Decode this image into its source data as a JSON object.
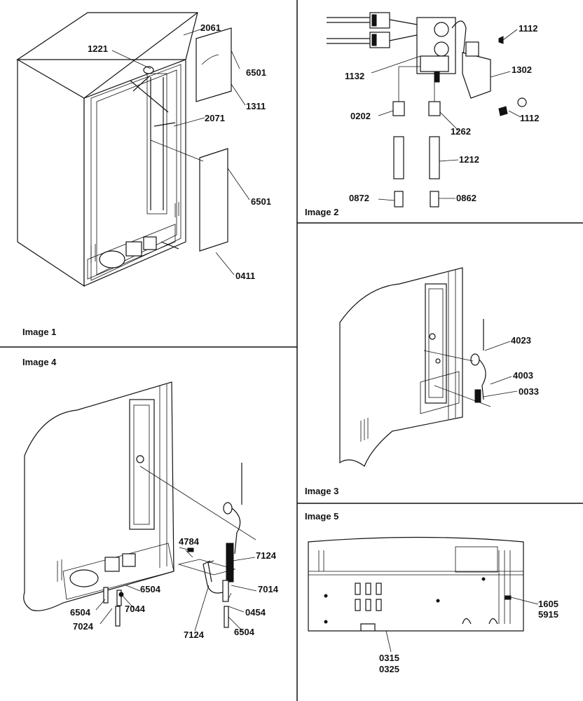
{
  "panels": {
    "image1": {
      "title": "Image 1",
      "callouts": [
        "2061",
        "1221",
        "6501",
        "1311",
        "2071",
        "6501",
        "0411"
      ]
    },
    "image2": {
      "title": "Image 2",
      "callouts": [
        "1112",
        "1132",
        "1302",
        "0202",
        "1262",
        "1112",
        "1212",
        "0872",
        "0862"
      ]
    },
    "image3": {
      "title": "Image 3",
      "callouts": [
        "4023",
        "4003",
        "0033"
      ]
    },
    "image4": {
      "title": "Image 4",
      "callouts": [
        "4784",
        "7124",
        "6504",
        "7014",
        "6504",
        "7044",
        "7024",
        "0454",
        "7124",
        "6504"
      ]
    },
    "image5": {
      "title": "Image 5",
      "callouts": [
        "1605",
        "5915",
        "0315",
        "0325"
      ]
    }
  }
}
